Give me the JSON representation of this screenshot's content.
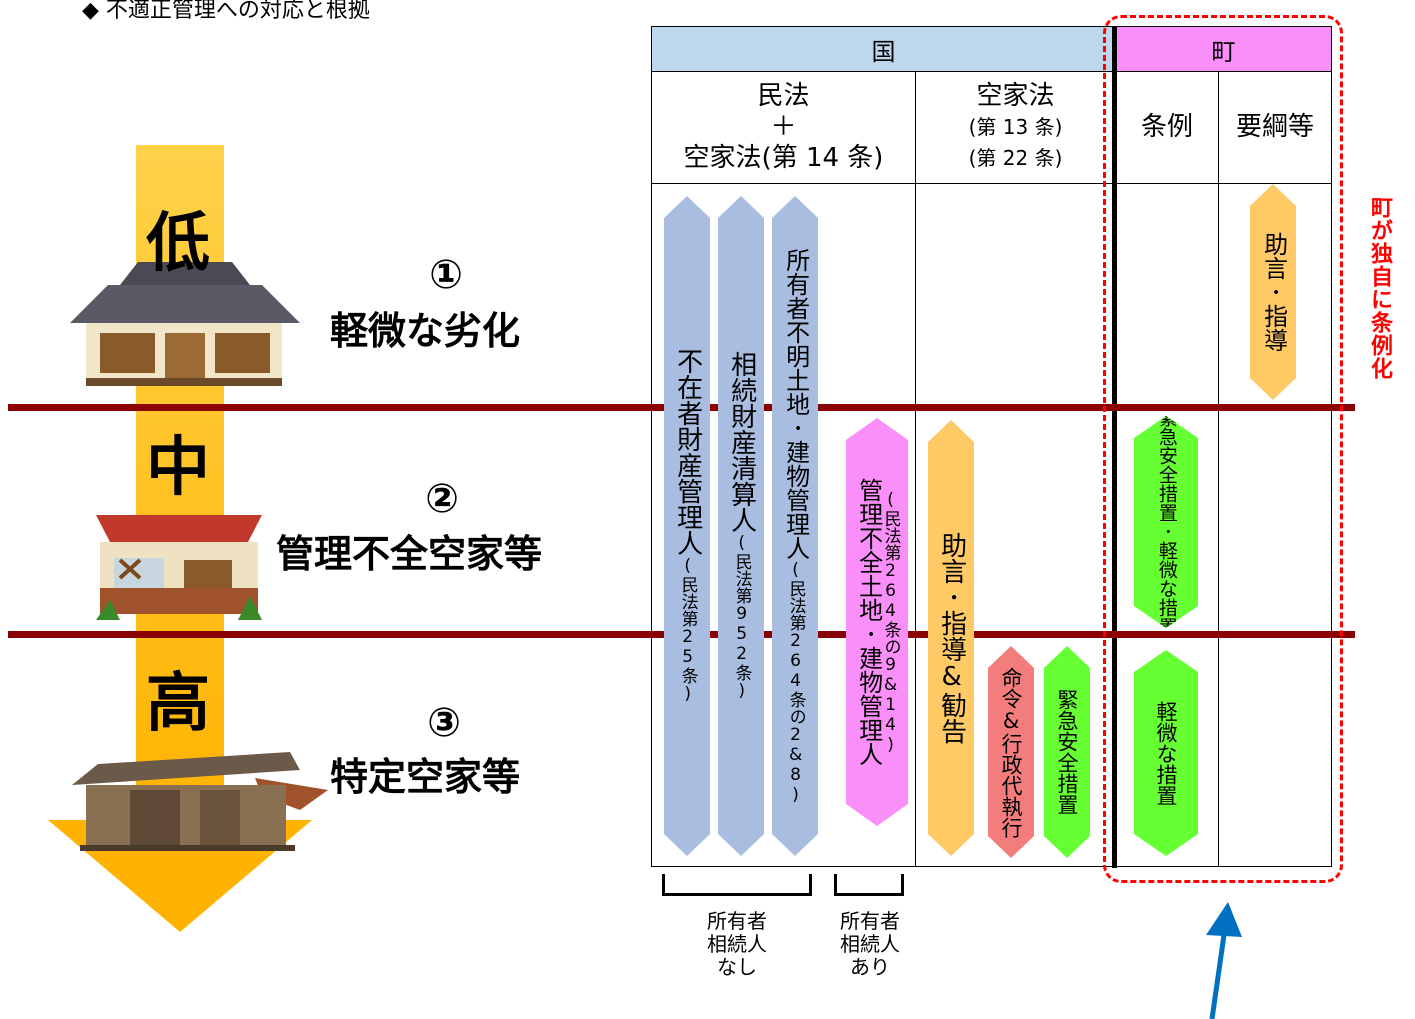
{
  "heading": "◆ 不適正管理への対応と根拠",
  "levels": {
    "low": "低",
    "mid": "中",
    "high": "高"
  },
  "stages": [
    {
      "num": "①",
      "name": "軽微な劣化"
    },
    {
      "num": "②",
      "name": "管理不全空家等"
    },
    {
      "num": "③",
      "name": "特定空家等"
    }
  ],
  "table": {
    "kuni": "国",
    "machi": "町",
    "col1_line1": "民法",
    "col1_line2": "＋",
    "col1_line3": "空家法(第 14 条)",
    "col2_line1": "空家法",
    "col2_line2": "(第 13 条)",
    "col2_line3": "(第 22 条)",
    "col3": "条例",
    "col4": "要綱等"
  },
  "pills": {
    "p1_main": "不在者財産管理人",
    "p1_small": "(民法第25条)",
    "p2_main": "相続財産清算人",
    "p2_small": "(民法第952条)",
    "p3_main": "所有者不明土地･建物管理人",
    "p3_small": "(民法第264条の2&8)",
    "p4_main": "管理不全土地･建物管理人",
    "p4_small": "(民法第264条の9&14)",
    "p5": "助言･指導&勧告",
    "p6": "命令&行政代執行",
    "p7": "緊急安全措置",
    "p8": "緊急安全措置･軽微な措置",
    "p9": "軽微な措置",
    "p10": "助言･指導"
  },
  "brackets": {
    "left": "所有者\n相続人\nなし",
    "right": "所有者\n相続人\nあり"
  },
  "red_label": "町が独自に条例化",
  "colors": {
    "band": "#8b0000",
    "kuni_header": "#bfd7ec",
    "machi_header": "#fb8ff9",
    "blue_pill": "#a8bde0",
    "pink_pill": "#fb8ff9",
    "orange_pill": "#ffc966",
    "red_pill": "#f37d7d",
    "green_pill": "#66ff33",
    "level_arrow": "#ffc000",
    "red_dash": "#ff0000",
    "blue_arrow": "#0070c0"
  }
}
